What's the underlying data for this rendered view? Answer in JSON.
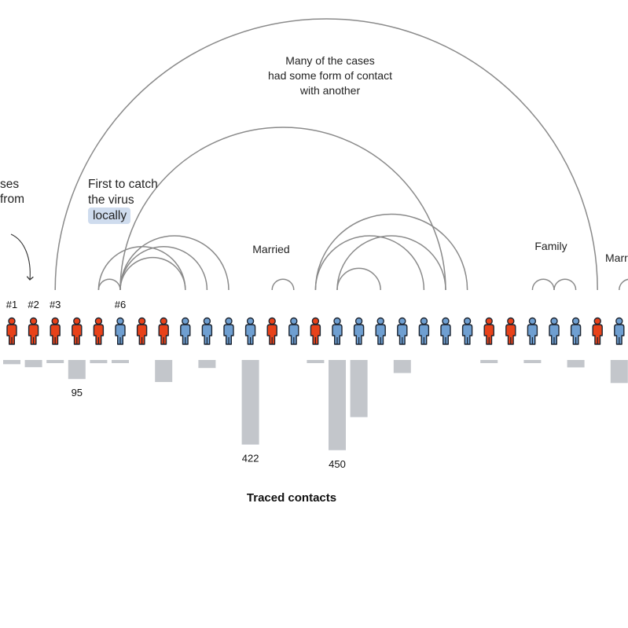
{
  "chart_data": {
    "type": "arc-diagram",
    "title": "Traced contacts",
    "colors": {
      "imported": "#e8421a",
      "local": "#6f9fd1",
      "outline": "#1c2430",
      "arc": "#8a8a8a",
      "bar": "#c3c6cb",
      "highlight": "#cfdcee"
    },
    "cases": [
      {
        "id": 1,
        "label": "#1",
        "type": "imported",
        "contacts": 21
      },
      {
        "id": 2,
        "label": "#2",
        "type": "imported",
        "contacts": 36
      },
      {
        "id": 3,
        "label": "#3",
        "type": "imported",
        "contacts": 8
      },
      {
        "id": 4,
        "label": "",
        "type": "imported",
        "contacts": 95,
        "value_label": "95"
      },
      {
        "id": 5,
        "label": "",
        "type": "imported",
        "contacts": 16
      },
      {
        "id": 6,
        "label": "#6",
        "type": "local",
        "contacts": 8
      },
      {
        "id": 7,
        "label": "",
        "type": "imported",
        "contacts": 0
      },
      {
        "id": 8,
        "label": "",
        "type": "imported",
        "contacts": 0
      },
      {
        "id": 9,
        "label": "",
        "type": "local",
        "contacts": 0
      },
      {
        "id": 10,
        "label": "",
        "type": "local",
        "contacts": 0
      },
      {
        "id": 11,
        "label": "",
        "type": "local",
        "contacts": 0
      },
      {
        "id": 12,
        "label": "",
        "type": "local",
        "contacts": 422,
        "value_label": "422"
      },
      {
        "id": 13,
        "label": "",
        "type": "imported",
        "contacts": 0
      },
      {
        "id": 14,
        "label": "",
        "type": "local",
        "contacts": 0
      },
      {
        "id": 15,
        "label": "",
        "type": "imported",
        "contacts": 8
      },
      {
        "id": 16,
        "label": "",
        "type": "local",
        "contacts": 450,
        "value_label": "450"
      },
      {
        "id": 17,
        "label": "",
        "type": "local",
        "contacts": 0
      },
      {
        "id": 18,
        "label": "",
        "type": "local",
        "contacts": 0
      },
      {
        "id": 19,
        "label": "",
        "type": "local",
        "contacts": 0
      },
      {
        "id": 20,
        "label": "",
        "type": "local",
        "contacts": 0
      },
      {
        "id": 21,
        "label": "",
        "type": "local",
        "contacts": 0
      },
      {
        "id": 22,
        "label": "",
        "type": "local",
        "contacts": 0
      },
      {
        "id": 23,
        "label": "",
        "type": "imported",
        "contacts": 0
      },
      {
        "id": 24,
        "label": "",
        "type": "imported",
        "contacts": 0
      },
      {
        "id": 25,
        "label": "",
        "type": "local",
        "contacts": 0
      },
      {
        "id": 26,
        "label": "",
        "type": "local",
        "contacts": 0
      },
      {
        "id": 27,
        "label": "",
        "type": "local",
        "contacts": 0
      },
      {
        "id": 28,
        "label": "",
        "type": "imported",
        "contacts": 0
      },
      {
        "id": 29,
        "label": "",
        "type": "local",
        "contacts": 0
      }
    ],
    "bars": [
      {
        "at": 1,
        "value": 21
      },
      {
        "at": 2,
        "value": 36
      },
      {
        "at": 3,
        "value": 8
      },
      {
        "at": 4,
        "value": 95
      },
      {
        "at": 5,
        "value": 16
      },
      {
        "at": 6,
        "value": 8
      },
      {
        "at": 8,
        "value": 110
      },
      {
        "at": 10,
        "value": 40
      },
      {
        "at": 12,
        "value": 422
      },
      {
        "at": 15,
        "value": 8
      },
      {
        "at": 16,
        "value": 450
      },
      {
        "at": 17,
        "value": 285
      },
      {
        "at": 19,
        "value": 65
      },
      {
        "at": 23,
        "value": 10
      },
      {
        "at": 25,
        "value": 7
      },
      {
        "at": 27,
        "value": 37
      },
      {
        "at": 29,
        "value": 115
      }
    ],
    "links": [
      [
        3,
        28
      ],
      [
        6,
        21
      ],
      [
        5,
        6
      ],
      [
        5,
        9
      ],
      [
        6,
        9
      ],
      [
        6,
        10
      ],
      [
        6,
        11
      ],
      [
        13,
        14
      ],
      [
        15,
        20
      ],
      [
        15,
        22
      ],
      [
        16,
        18
      ],
      [
        16,
        21
      ],
      [
        25,
        26
      ],
      [
        26,
        27
      ],
      [
        29,
        30
      ]
    ],
    "annotations": {
      "contact": [
        "Many of the cases",
        "had some form of contact",
        "with another"
      ],
      "first_local": [
        "First to catch",
        "the virus",
        "locally"
      ],
      "imported_partial": [
        "ses",
        "from"
      ],
      "married": "Married",
      "family": "Family",
      "married_partial": "Marr"
    }
  }
}
